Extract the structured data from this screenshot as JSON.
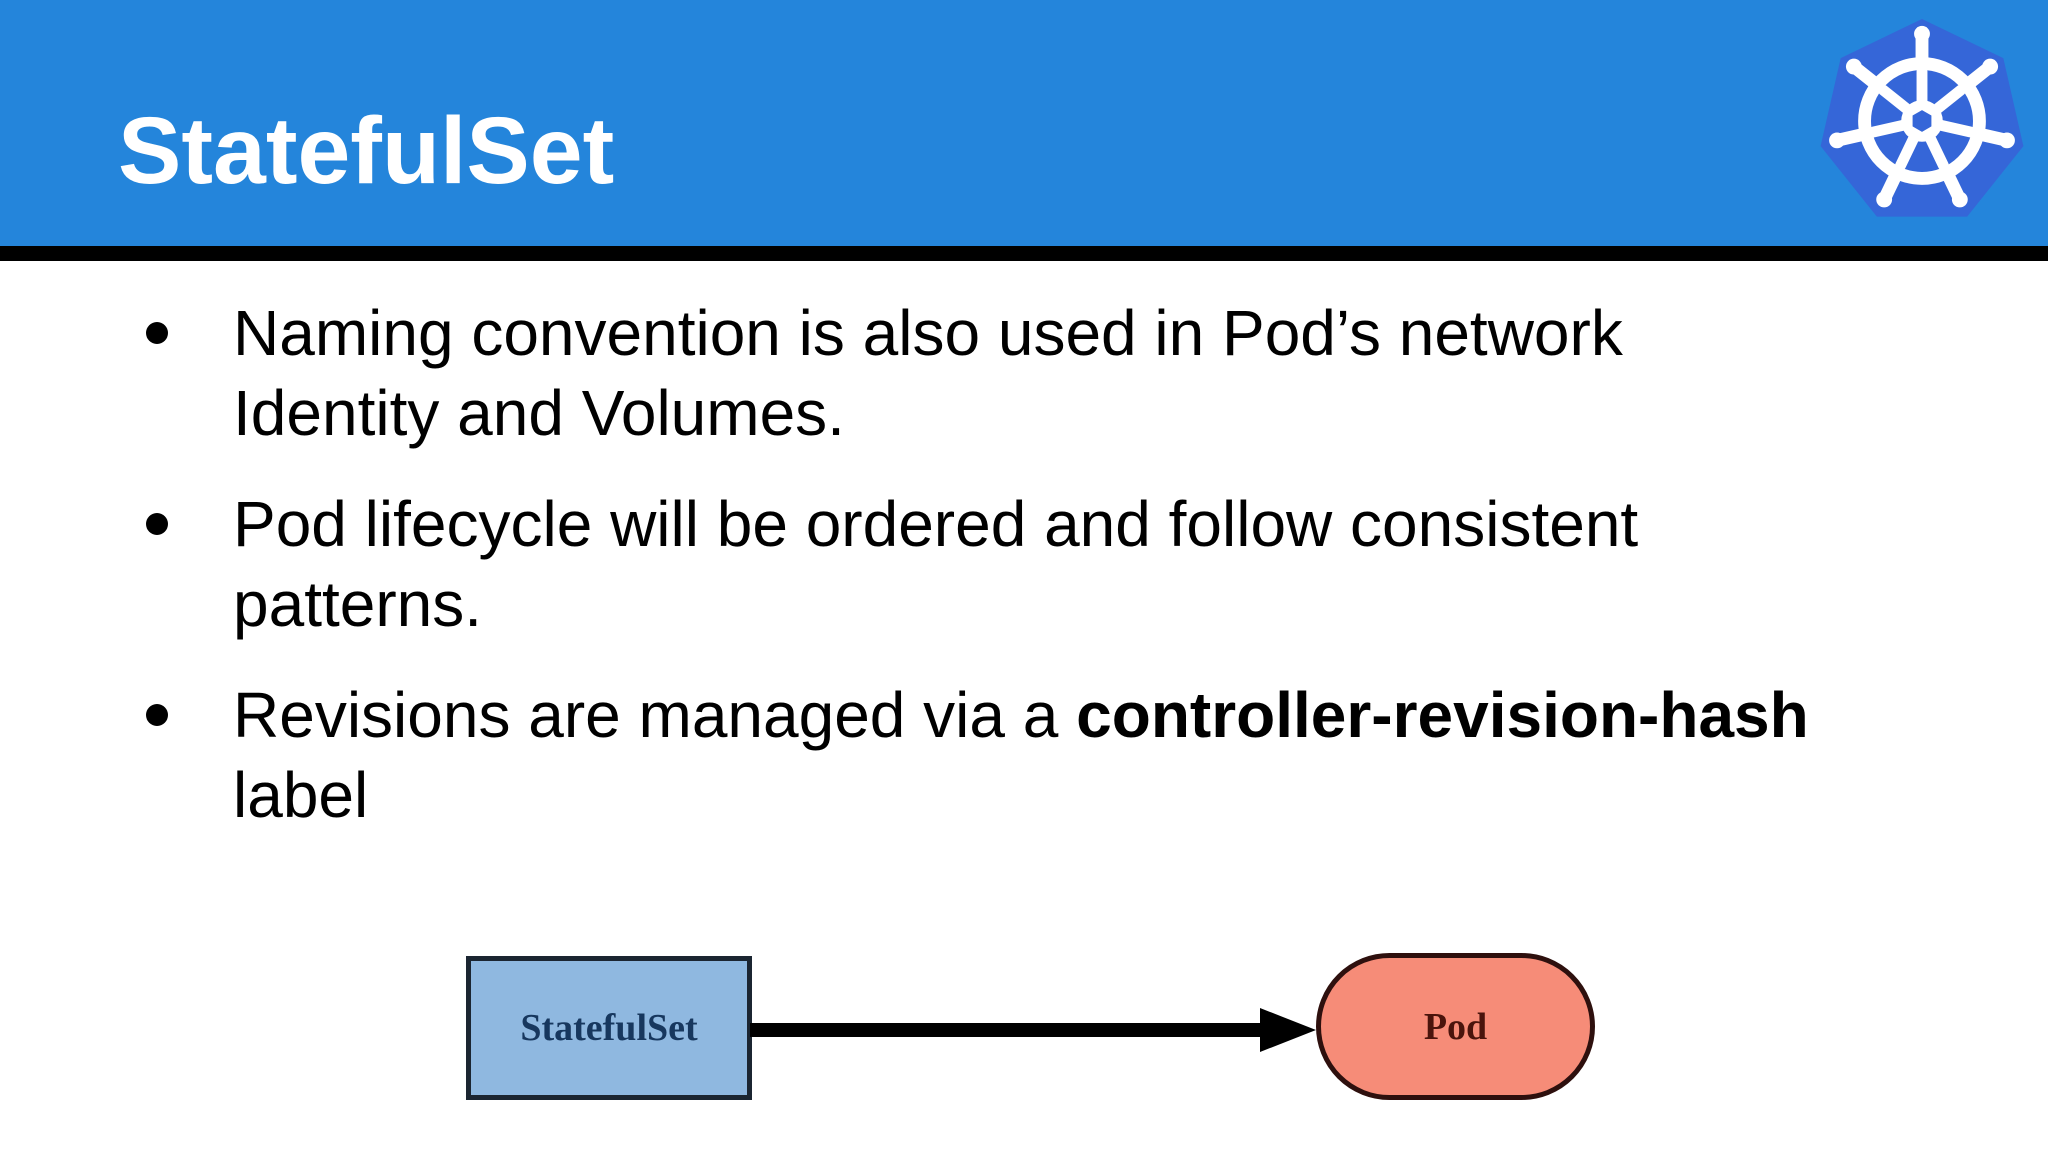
{
  "header": {
    "title": "StatefulSet",
    "logo": "kubernetes-helm-wheel"
  },
  "bullets": [
    {
      "line1": "Naming convention is also used in Pod’s network",
      "line2": "Identity and Volumes."
    },
    {
      "line1": "Pod lifecycle will be ordered and follow consistent",
      "line2": "patterns."
    },
    {
      "line1_pre": "Revisions are managed via a ",
      "line1_bold": "controller-revision-hash",
      "line2": "label"
    }
  ],
  "diagram": {
    "source": {
      "label": "StatefulSet",
      "shape": "rectangle",
      "fill": "#8FB8E0",
      "border": "#1B2531",
      "text_color": "#17375E"
    },
    "connector": {
      "type": "arrow",
      "direction": "right",
      "color": "#000000"
    },
    "target": {
      "label": "Pod",
      "shape": "stadium",
      "fill": "#F68C78",
      "border": "#2E100E",
      "text_color": "#4A140C"
    }
  },
  "colors": {
    "header_bg": "#2485DB",
    "logo_heptagon": "#3566D8",
    "logo_wheel": "#FFFFFF",
    "divider": "#000000",
    "body_bg": "#FFFFFF",
    "text": "#000000"
  }
}
